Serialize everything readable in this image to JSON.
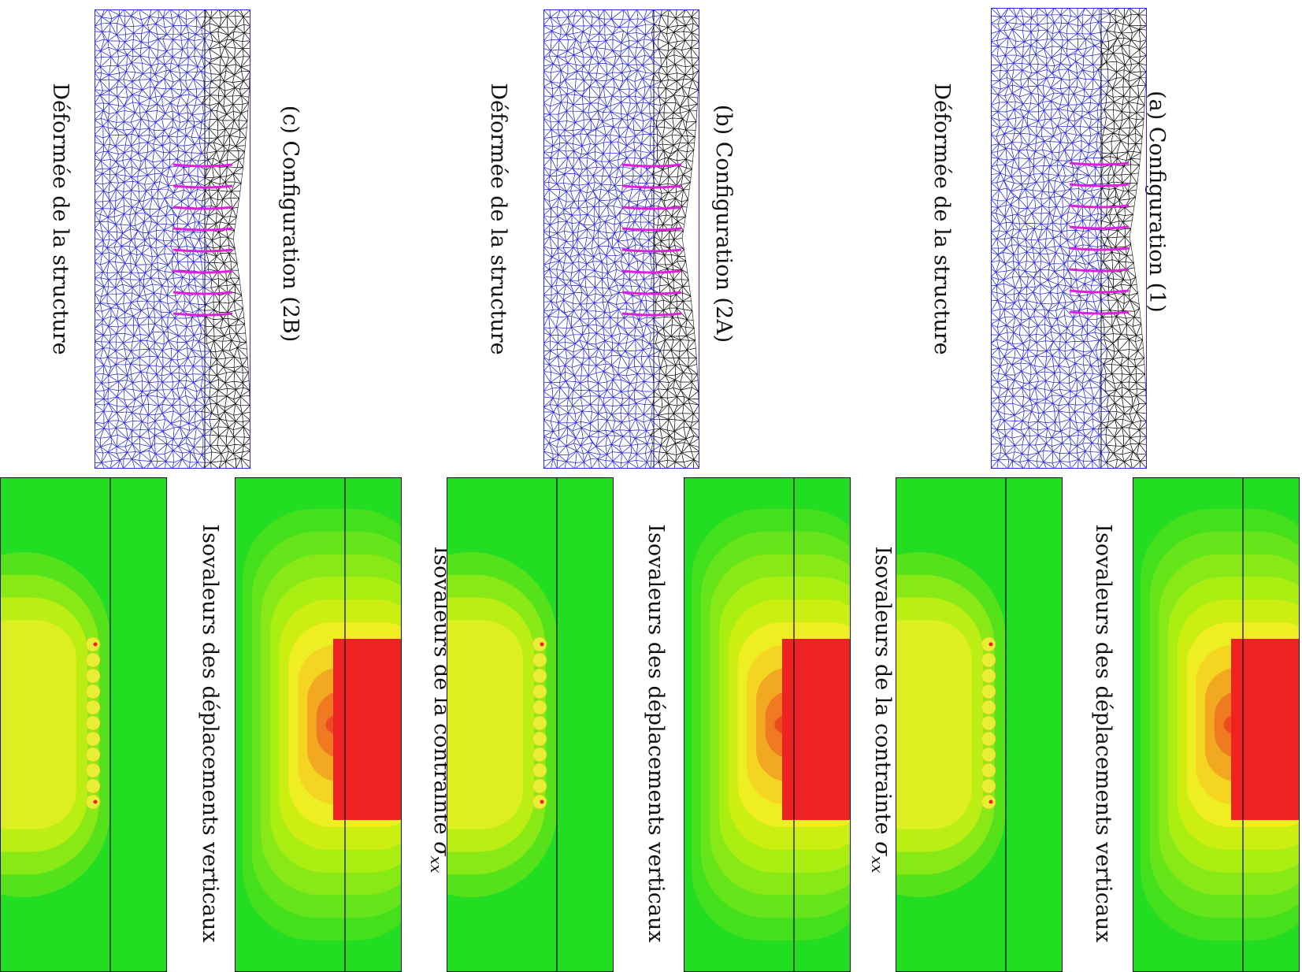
{
  "columns": [
    {
      "label": "(a) Configuration (1)",
      "deformed_caption": "Déformée de la structure",
      "sigma_caption": "Isovaleurs de la contrainte",
      "sigma_symbol": "σ",
      "sigma_subscript": "xx",
      "displacement_caption": "Isovaleurs des déplacements verticaux"
    },
    {
      "label": "(b) Configuration (2A)",
      "deformed_caption": "Déformée de la structure",
      "sigma_caption": "Isovaleurs de la contrainte",
      "sigma_symbol": "σ",
      "sigma_subscript": "xx",
      "displacement_caption": "Isovaleurs des déplacements verticaux"
    },
    {
      "label": "(c) Configuration (2B)",
      "deformed_caption": "Déformée de la structure",
      "displacement_caption": "Isovaleurs des déplacements verticaux"
    }
  ],
  "colors": {
    "mesh_soil": "#2b2bd9",
    "mesh_layer": "#111111",
    "inclusions": "#e01ee0",
    "contour_low": "#22dd22",
    "contour_mid": "#ccee11",
    "contour_high": "#ee2222"
  }
}
